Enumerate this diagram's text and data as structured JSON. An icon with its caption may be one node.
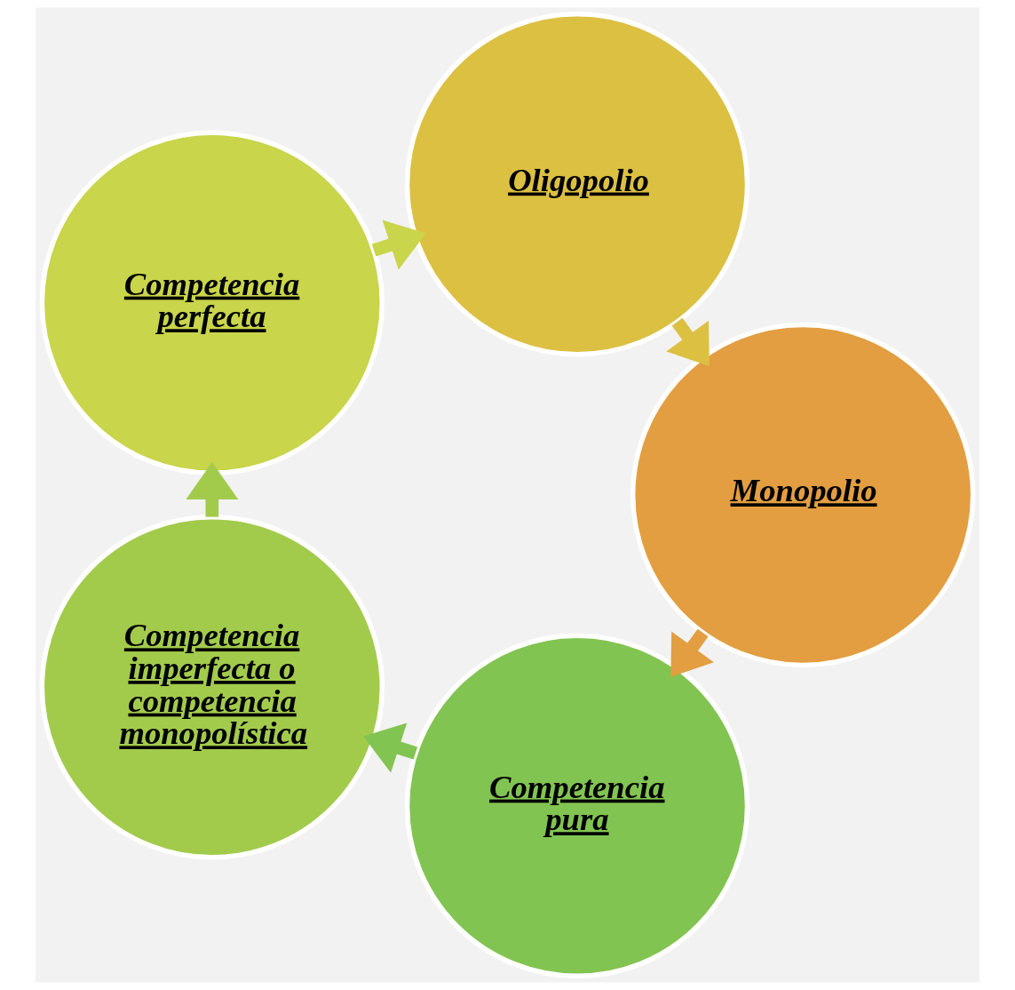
{
  "diagram": {
    "nodes": [
      {
        "text": [
          "Competencia pura"
        ]
      },
      {
        "text": [
          "Competencia imperfecta o competencia monopolística"
        ]
      },
      {
        "text": [
          "Competencia perfecta"
        ]
      },
      {
        "text": [
          "Oligopolio"
        ]
      },
      {
        "text": [
          "Monopolio"
        ]
      }
    ],
    "edges": [
      {
        "from": 0,
        "to": 1,
        "arrow": "to",
        "color": "#82c451"
      },
      {
        "from": 1,
        "to": 2,
        "arrow": "to",
        "color": "#a2cb4c"
      },
      {
        "from": 2,
        "to": 3,
        "arrow": "to",
        "color": "#c9d54a"
      },
      {
        "from": 3,
        "to": 4,
        "arrow": "to",
        "color": "#dcc042"
      },
      {
        "from": 4,
        "to": 0,
        "arrow": "to",
        "color": "#e29e40"
      }
    ]
  }
}
